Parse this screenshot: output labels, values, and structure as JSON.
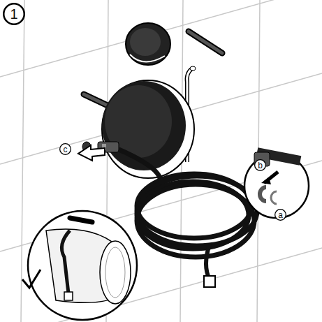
{
  "diagram": {
    "nodes": [
      {
        "text": [
          "1"
        ]
      },
      {
        "text": [
          "c"
        ]
      },
      {
        "text": [
          "b"
        ]
      },
      {
        "text": [
          "a"
        ]
      }
    ]
  }
}
